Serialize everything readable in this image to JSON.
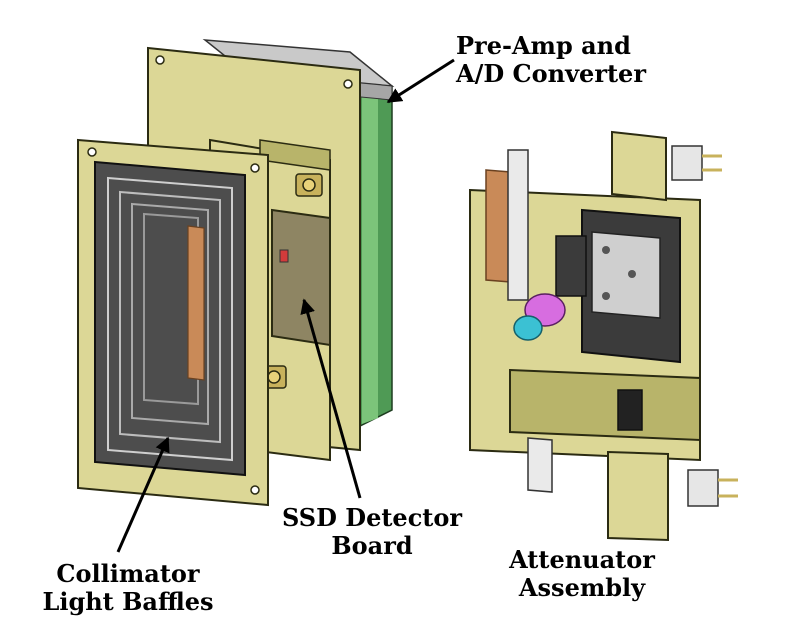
{
  "labels": {
    "preamp": {
      "line1": "Pre-Amp and",
      "line2": "A/D Converter"
    },
    "ssd": {
      "line1": "SSD Detector",
      "line2": "Board"
    },
    "collimator": {
      "line1": "Collimator",
      "line2": "Light Baffles"
    },
    "attenuator": {
      "line1": "Attenuator",
      "line2": "Assembly"
    }
  },
  "colors": {
    "chassis": "#dcd796",
    "chassis_edge": "#2b2b12",
    "chassis_shade": "#b8b46a",
    "pcb": "#4f9a55",
    "pcb_light": "#7cc47a",
    "steel": "#c9c9c9",
    "baffle": "#4d4d4d",
    "baffle_edge": "#1c1c1c",
    "copper": "#c98a58",
    "detector_glass": "#8e8563",
    "dark_block": "#3b3b3b",
    "purple_part": "#d76de0",
    "cyan_part": "#3bc1d3"
  },
  "icons": [
    "arrow-pointer"
  ]
}
